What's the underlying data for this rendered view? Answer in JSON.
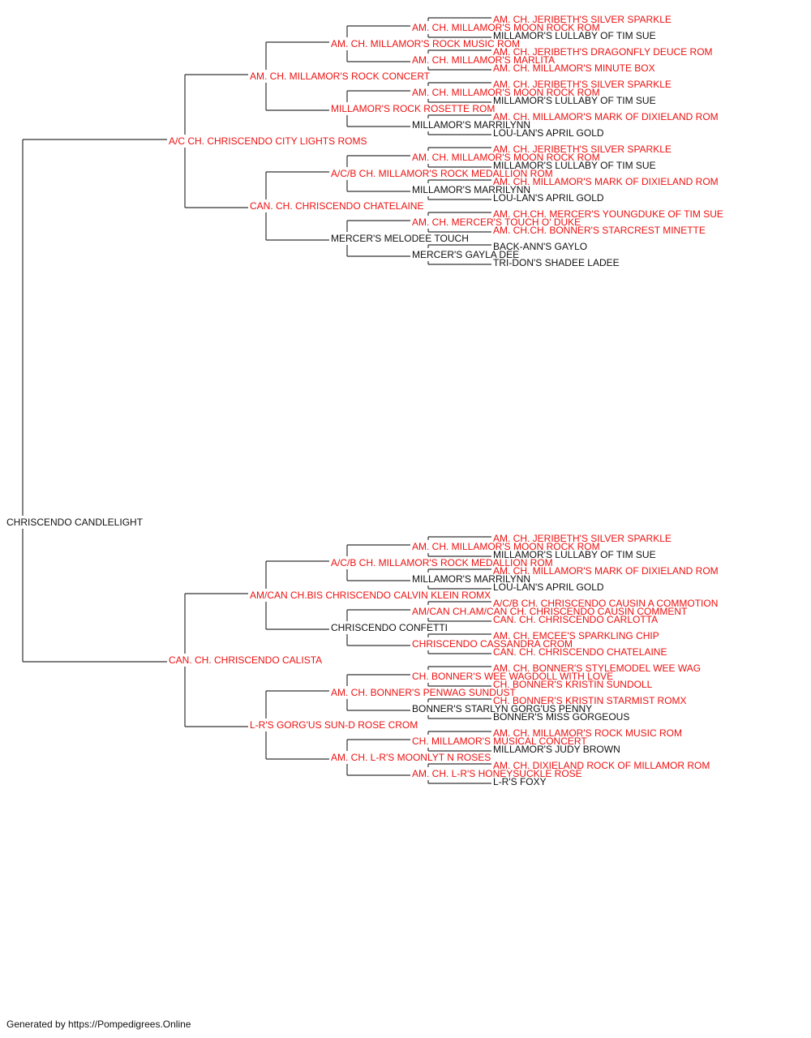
{
  "pedigree": {
    "colors": {
      "titled": "#ee1111",
      "untitled": "#111111",
      "line": "#333333"
    },
    "subject": {
      "name": "CHRISCENDO CANDLELIGHT",
      "titled": false
    },
    "nodes": [
      {
        "name": "A/C CH. CHRISCENDO CITY LIGHTS ROMS",
        "titled": true,
        "sire": {
          "name": "AM. CH. MILLAMOR'S ROCK CONCERT",
          "titled": true,
          "sire": {
            "name": "AM. CH. MILLAMOR'S ROCK MUSIC ROM",
            "titled": true,
            "sire": {
              "name": "AM. CH. MILLAMOR'S MOON ROCK ROM",
              "titled": true,
              "sire": {
                "name": "AM. CH. JERIBETH'S SILVER SPARKLE",
                "titled": true
              },
              "dam": {
                "name": "MILLAMOR'S LULLABY OF TIM SUE",
                "titled": false
              }
            },
            "dam": {
              "name": "AM. CH. MILLAMOR'S MARLITA",
              "titled": true,
              "sire": {
                "name": "AM. CH. JERIBETH'S DRAGONFLY DEUCE ROM",
                "titled": true
              },
              "dam": {
                "name": "AM. CH. MILLAMOR'S MINUTE BOX",
                "titled": true
              }
            }
          },
          "dam": {
            "name": "MILLAMOR'S ROCK ROSETTE ROM",
            "titled": true,
            "sire": {
              "name": "AM. CH. MILLAMOR'S MOON ROCK ROM",
              "titled": true,
              "sire": {
                "name": "AM. CH. JERIBETH'S SILVER SPARKLE",
                "titled": true
              },
              "dam": {
                "name": "MILLAMOR'S LULLABY OF TIM SUE",
                "titled": false
              }
            },
            "dam": {
              "name": "MILLAMOR'S MARRILYNN",
              "titled": false,
              "sire": {
                "name": "AM. CH. MILLAMOR'S MARK OF DIXIELAND ROM",
                "titled": true
              },
              "dam": {
                "name": "LOU-LAN'S APRIL GOLD",
                "titled": false
              }
            }
          }
        },
        "dam": {
          "name": "CAN. CH. CHRISCENDO CHATELAINE",
          "titled": true,
          "sire": {
            "name": "A/C/B CH. MILLAMOR'S ROCK MEDALLION ROM",
            "titled": true,
            "sire": {
              "name": "AM. CH. MILLAMOR'S MOON ROCK ROM",
              "titled": true,
              "sire": {
                "name": "AM. CH. JERIBETH'S SILVER SPARKLE",
                "titled": true
              },
              "dam": {
                "name": "MILLAMOR'S LULLABY OF TIM SUE",
                "titled": false
              }
            },
            "dam": {
              "name": "MILLAMOR'S MARRILYNN",
              "titled": false,
              "sire": {
                "name": "AM. CH. MILLAMOR'S MARK OF DIXIELAND ROM",
                "titled": true
              },
              "dam": {
                "name": "LOU-LAN'S APRIL GOLD",
                "titled": false
              }
            }
          },
          "dam": {
            "name": "MERCER'S MELODEE TOUCH",
            "titled": false,
            "sire": {
              "name": "AM. CH. MERCER'S TOUCH O' DUKE",
              "titled": true,
              "sire": {
                "name": "AM. CH.CH. MERCER'S YOUNGDUKE OF TIM SUE",
                "titled": true
              },
              "dam": {
                "name": "AM. CH.CH. BONNER'S STARCREST MINETTE",
                "titled": true
              }
            },
            "dam": {
              "name": "MERCER'S GAYLA DEE",
              "titled": false,
              "sire": {
                "name": "BACK-ANN'S GAYLO",
                "titled": false
              },
              "dam": {
                "name": "TRI-DON'S SHADEE LADEE",
                "titled": false
              }
            }
          }
        }
      },
      {
        "name": "CAN. CH. CHRISCENDO CALISTA",
        "titled": true,
        "sire": {
          "name": "AM/CAN CH.BIS CHRISCENDO CALVIN KLEIN ROMX",
          "titled": true,
          "sire": {
            "name": "A/C/B CH. MILLAMOR'S ROCK MEDALLION ROM",
            "titled": true,
            "sire": {
              "name": "AM. CH. MILLAMOR'S MOON ROCK ROM",
              "titled": true,
              "sire": {
                "name": "AM. CH. JERIBETH'S SILVER SPARKLE",
                "titled": true
              },
              "dam": {
                "name": "MILLAMOR'S LULLABY OF TIM SUE",
                "titled": false
              }
            },
            "dam": {
              "name": "MILLAMOR'S MARRILYNN",
              "titled": false,
              "sire": {
                "name": "AM. CH. MILLAMOR'S MARK OF DIXIELAND ROM",
                "titled": true
              },
              "dam": {
                "name": "LOU-LAN'S APRIL GOLD",
                "titled": false
              }
            }
          },
          "dam": {
            "name": "CHRISCENDO CONFETTI",
            "titled": false,
            "sire": {
              "name": "AM/CAN CH.AM/CAN CH. CHRISCENDO CAUSIN COMMENT",
              "titled": true,
              "sire": {
                "name": "A/C/B CH. CHRISCENDO CAUSIN A COMMOTION",
                "titled": true
              },
              "dam": {
                "name": "CAN. CH. CHRISCENDO CARLOTTA",
                "titled": true
              }
            },
            "dam": {
              "name": "CHRISCENDO CASSANDRA CROM",
              "titled": true,
              "sire": {
                "name": "AM. CH. EMCEE'S SPARKLING CHIP",
                "titled": true
              },
              "dam": {
                "name": "CAN. CH. CHRISCENDO CHATELAINE",
                "titled": true
              }
            }
          }
        },
        "dam": {
          "name": "L-R'S GORG'US SUN-D ROSE CROM",
          "titled": true,
          "sire": {
            "name": "AM. CH. BONNER'S PENWAG SUNDUST",
            "titled": true,
            "sire": {
              "name": "CH. BONNER'S WEE WAGDOLL WITH LOVE",
              "titled": true,
              "sire": {
                "name": "AM. CH. BONNER'S STYLEMODEL WEE WAG",
                "titled": true
              },
              "dam": {
                "name": "CH. BONNER'S KRISTIN SUNDOLL",
                "titled": true
              }
            },
            "dam": {
              "name": "BONNER'S STARLYN GORG'US PENNY",
              "titled": false,
              "sire": {
                "name": "CH. BONNER'S KRISTIN STARMIST ROMX",
                "titled": true
              },
              "dam": {
                "name": "BONNER'S MISS GORGEOUS",
                "titled": false
              }
            }
          },
          "dam": {
            "name": "AM. CH. L-R'S MOONLYT N ROSES",
            "titled": true,
            "sire": {
              "name": "CH. MILLAMOR'S MUSICAL CONCERT",
              "titled": true,
              "sire": {
                "name": "AM. CH. MILLAMOR'S ROCK MUSIC ROM",
                "titled": true
              },
              "dam": {
                "name": "MILLAMOR'S JUDY BROWN",
                "titled": false
              }
            },
            "dam": {
              "name": "AM. CH. L-R'S HONEYSUCKLE ROSE",
              "titled": true,
              "sire": {
                "name": "AM. CH. DIXIELAND ROCK OF MILLAMOR ROM",
                "titled": true
              },
              "dam": {
                "name": "L-R'S FOXY",
                "titled": false
              }
            }
          }
        }
      }
    ]
  },
  "footer": {
    "text": "Generated by https://Pompedigrees.Online"
  }
}
